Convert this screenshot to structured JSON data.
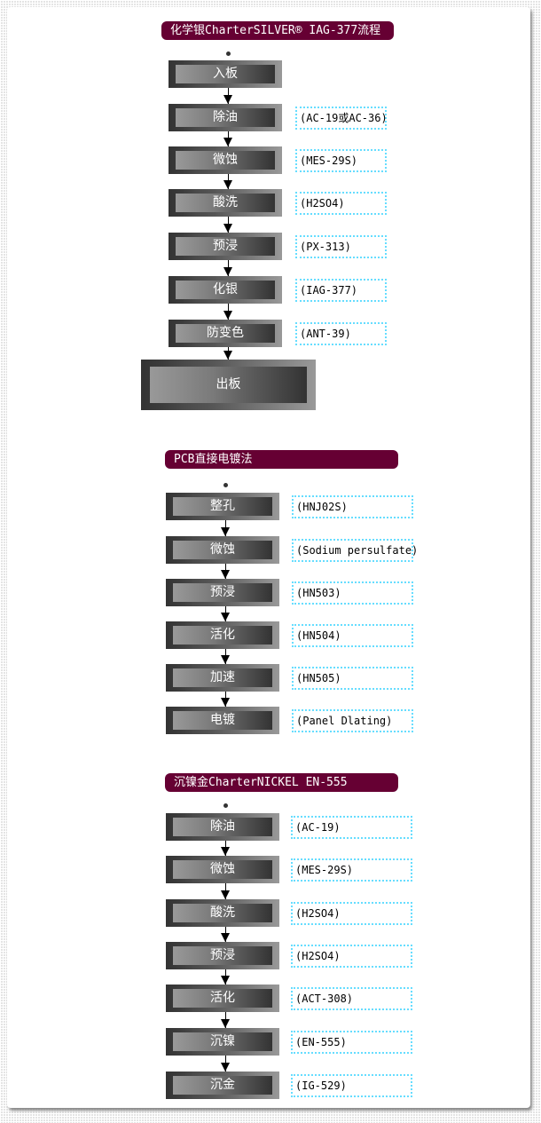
{
  "sections": [
    {
      "title": "化学银CharterSILVER® IAG-377流程",
      "steps": [
        {
          "label": "入板",
          "note": null
        },
        {
          "label": "除油",
          "note": "(AC-19或AC-36)"
        },
        {
          "label": "微蚀",
          "note": "(MES-29S)"
        },
        {
          "label": "酸洗",
          "note": "(H2SO4)"
        },
        {
          "label": "预浸",
          "note": "(PX-313)"
        },
        {
          "label": "化银",
          "note": "(IAG-377)"
        },
        {
          "label": "防变色",
          "note": "(ANT-39)"
        },
        {
          "label": "出板",
          "note": null
        }
      ]
    },
    {
      "title": "PCB直接电镀法",
      "steps": [
        {
          "label": "整孔",
          "note": "(HNJ02S)"
        },
        {
          "label": "微蚀",
          "note": "(Sodium persulfate)"
        },
        {
          "label": "预浸",
          "note": "(HN503)"
        },
        {
          "label": "活化",
          "note": "(HN504)"
        },
        {
          "label": "加速",
          "note": "(HN505)"
        },
        {
          "label": "电镀",
          "note": "(Panel Dlating)"
        }
      ]
    },
    {
      "title": "沉镍金CharterNICKEL EN-555",
      "steps": [
        {
          "label": "除油",
          "note": "(AC-19)"
        },
        {
          "label": "微蚀",
          "note": "(MES-29S)"
        },
        {
          "label": "酸洗",
          "note": "(H2SO4)"
        },
        {
          "label": "预浸",
          "note": "(H2SO4)"
        },
        {
          "label": "活化",
          "note": "(ACT-308)"
        },
        {
          "label": "沉镍",
          "note": "(EN-555)"
        },
        {
          "label": "沉金",
          "note": "(IG-529)"
        }
      ]
    }
  ],
  "colors": {
    "title_bg": "#660033",
    "note_border": "#66ddff"
  }
}
